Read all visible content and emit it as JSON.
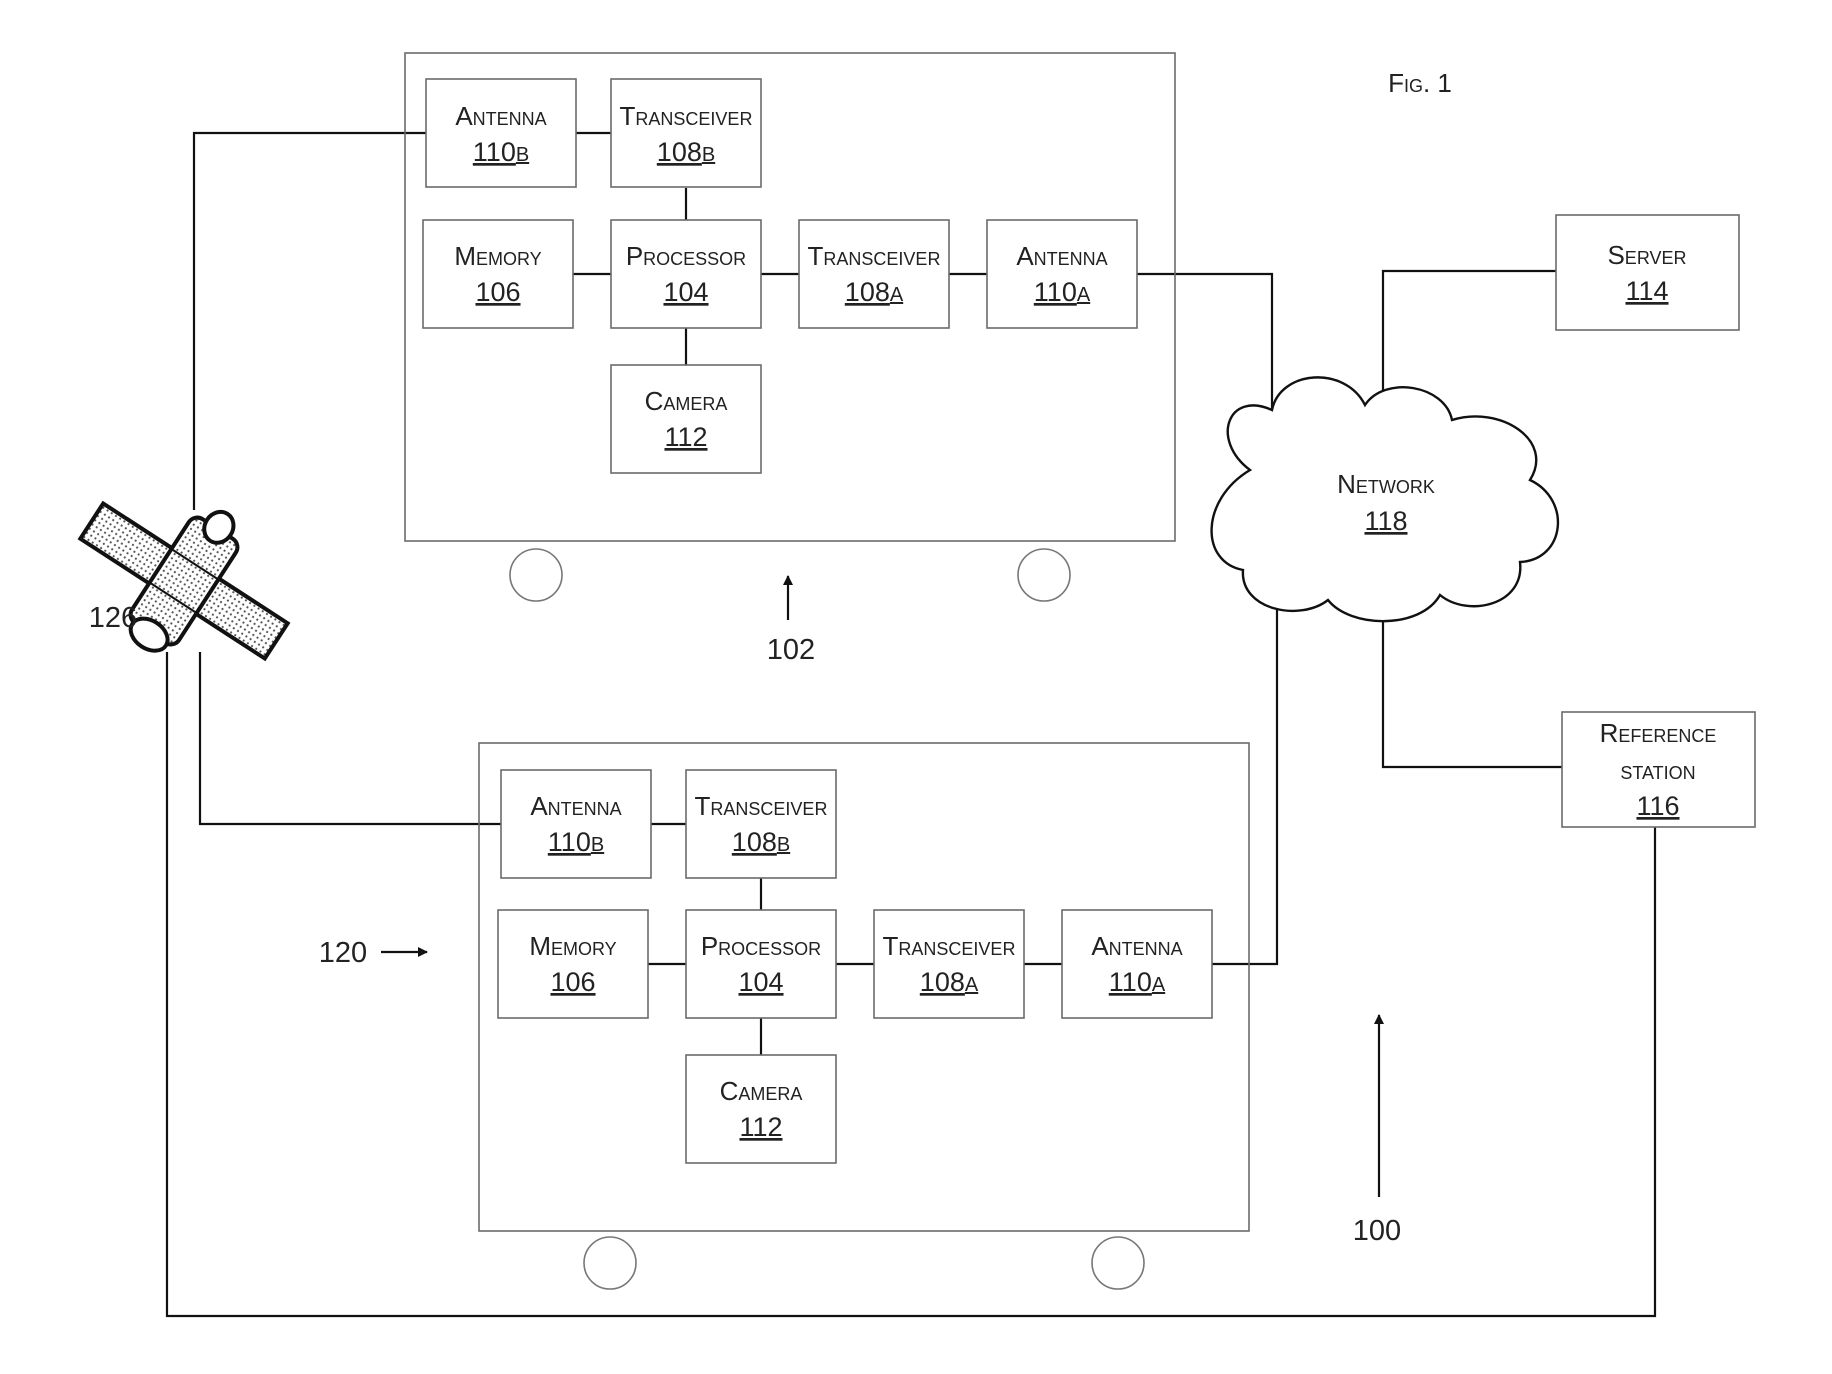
{
  "figure_label": "Fig. 1",
  "system_ref": "100",
  "vehicle_a": {
    "ref": "102",
    "components": {
      "antenna_b": {
        "name": "Antenna",
        "ref": "110",
        "sub": "B"
      },
      "transceiver_b": {
        "name": "Transceiver",
        "ref": "108",
        "sub": "B"
      },
      "memory": {
        "name": "Memory",
        "ref": "106"
      },
      "processor": {
        "name": "Processor",
        "ref": "104"
      },
      "transceiver_a": {
        "name": "Transceiver",
        "ref": "108",
        "sub": "A"
      },
      "antenna_a": {
        "name": "Antenna",
        "ref": "110",
        "sub": "A"
      },
      "camera": {
        "name": "Camera",
        "ref": "112"
      }
    }
  },
  "vehicle_b": {
    "ref": "120",
    "components": {
      "antenna_b": {
        "name": "Antenna",
        "ref": "110",
        "sub": "B"
      },
      "transceiver_b": {
        "name": "Transceiver",
        "ref": "108",
        "sub": "B"
      },
      "memory": {
        "name": "Memory",
        "ref": "106"
      },
      "processor": {
        "name": "Processor",
        "ref": "104"
      },
      "transceiver_a": {
        "name": "Transceiver",
        "ref": "108",
        "sub": "A"
      },
      "antenna_a": {
        "name": "Antenna",
        "ref": "110",
        "sub": "A"
      },
      "camera": {
        "name": "Camera",
        "ref": "112"
      }
    }
  },
  "server": {
    "name": "Server",
    "ref": "114"
  },
  "network": {
    "name": "Network",
    "ref": "118"
  },
  "reference_station": {
    "name_line1": "Reference",
    "name_line2": "station",
    "ref": "116"
  },
  "satellite": {
    "ref": "126"
  },
  "colors": {
    "line": "#111111",
    "box_border": "#6b6b6b",
    "background": "#ffffff"
  }
}
